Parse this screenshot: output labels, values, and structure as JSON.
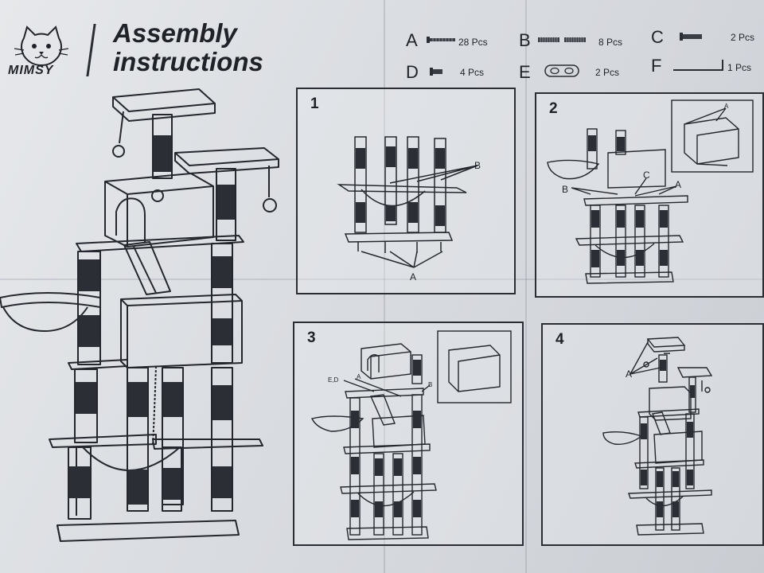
{
  "brand": {
    "name": "MIMSY",
    "logo_icon": "cat-face-icon"
  },
  "title": {
    "line1": "Assembly",
    "line2": "instructions"
  },
  "parts": [
    {
      "letter": "A",
      "qty": "28 Pcs",
      "icon": "short-screw-icon"
    },
    {
      "letter": "B",
      "qty": "8 Pcs",
      "icon": "threaded-rod-icon"
    },
    {
      "letter": "C",
      "qty": "2 Pcs",
      "icon": "small-screw-icon"
    },
    {
      "letter": "D",
      "qty": "4 Pcs",
      "icon": "tiny-screw-icon"
    },
    {
      "letter": "E",
      "qty": "2 Pcs",
      "icon": "bracket-plate-icon"
    },
    {
      "letter": "F",
      "qty": "1 Pcs",
      "icon": "allen-key-icon"
    }
  ],
  "steps": [
    {
      "number": "1",
      "callouts": [
        "B",
        "A"
      ]
    },
    {
      "number": "2",
      "callouts": [
        "B",
        "C",
        "A",
        "A"
      ]
    },
    {
      "number": "3",
      "callouts": [
        "E,D",
        "A",
        "B"
      ]
    },
    {
      "number": "4",
      "callouts": [
        "A"
      ]
    }
  ],
  "colors": {
    "paper": "#dcdfe3",
    "ink": "#1f2228",
    "post_stripe": "#2b2e34"
  }
}
